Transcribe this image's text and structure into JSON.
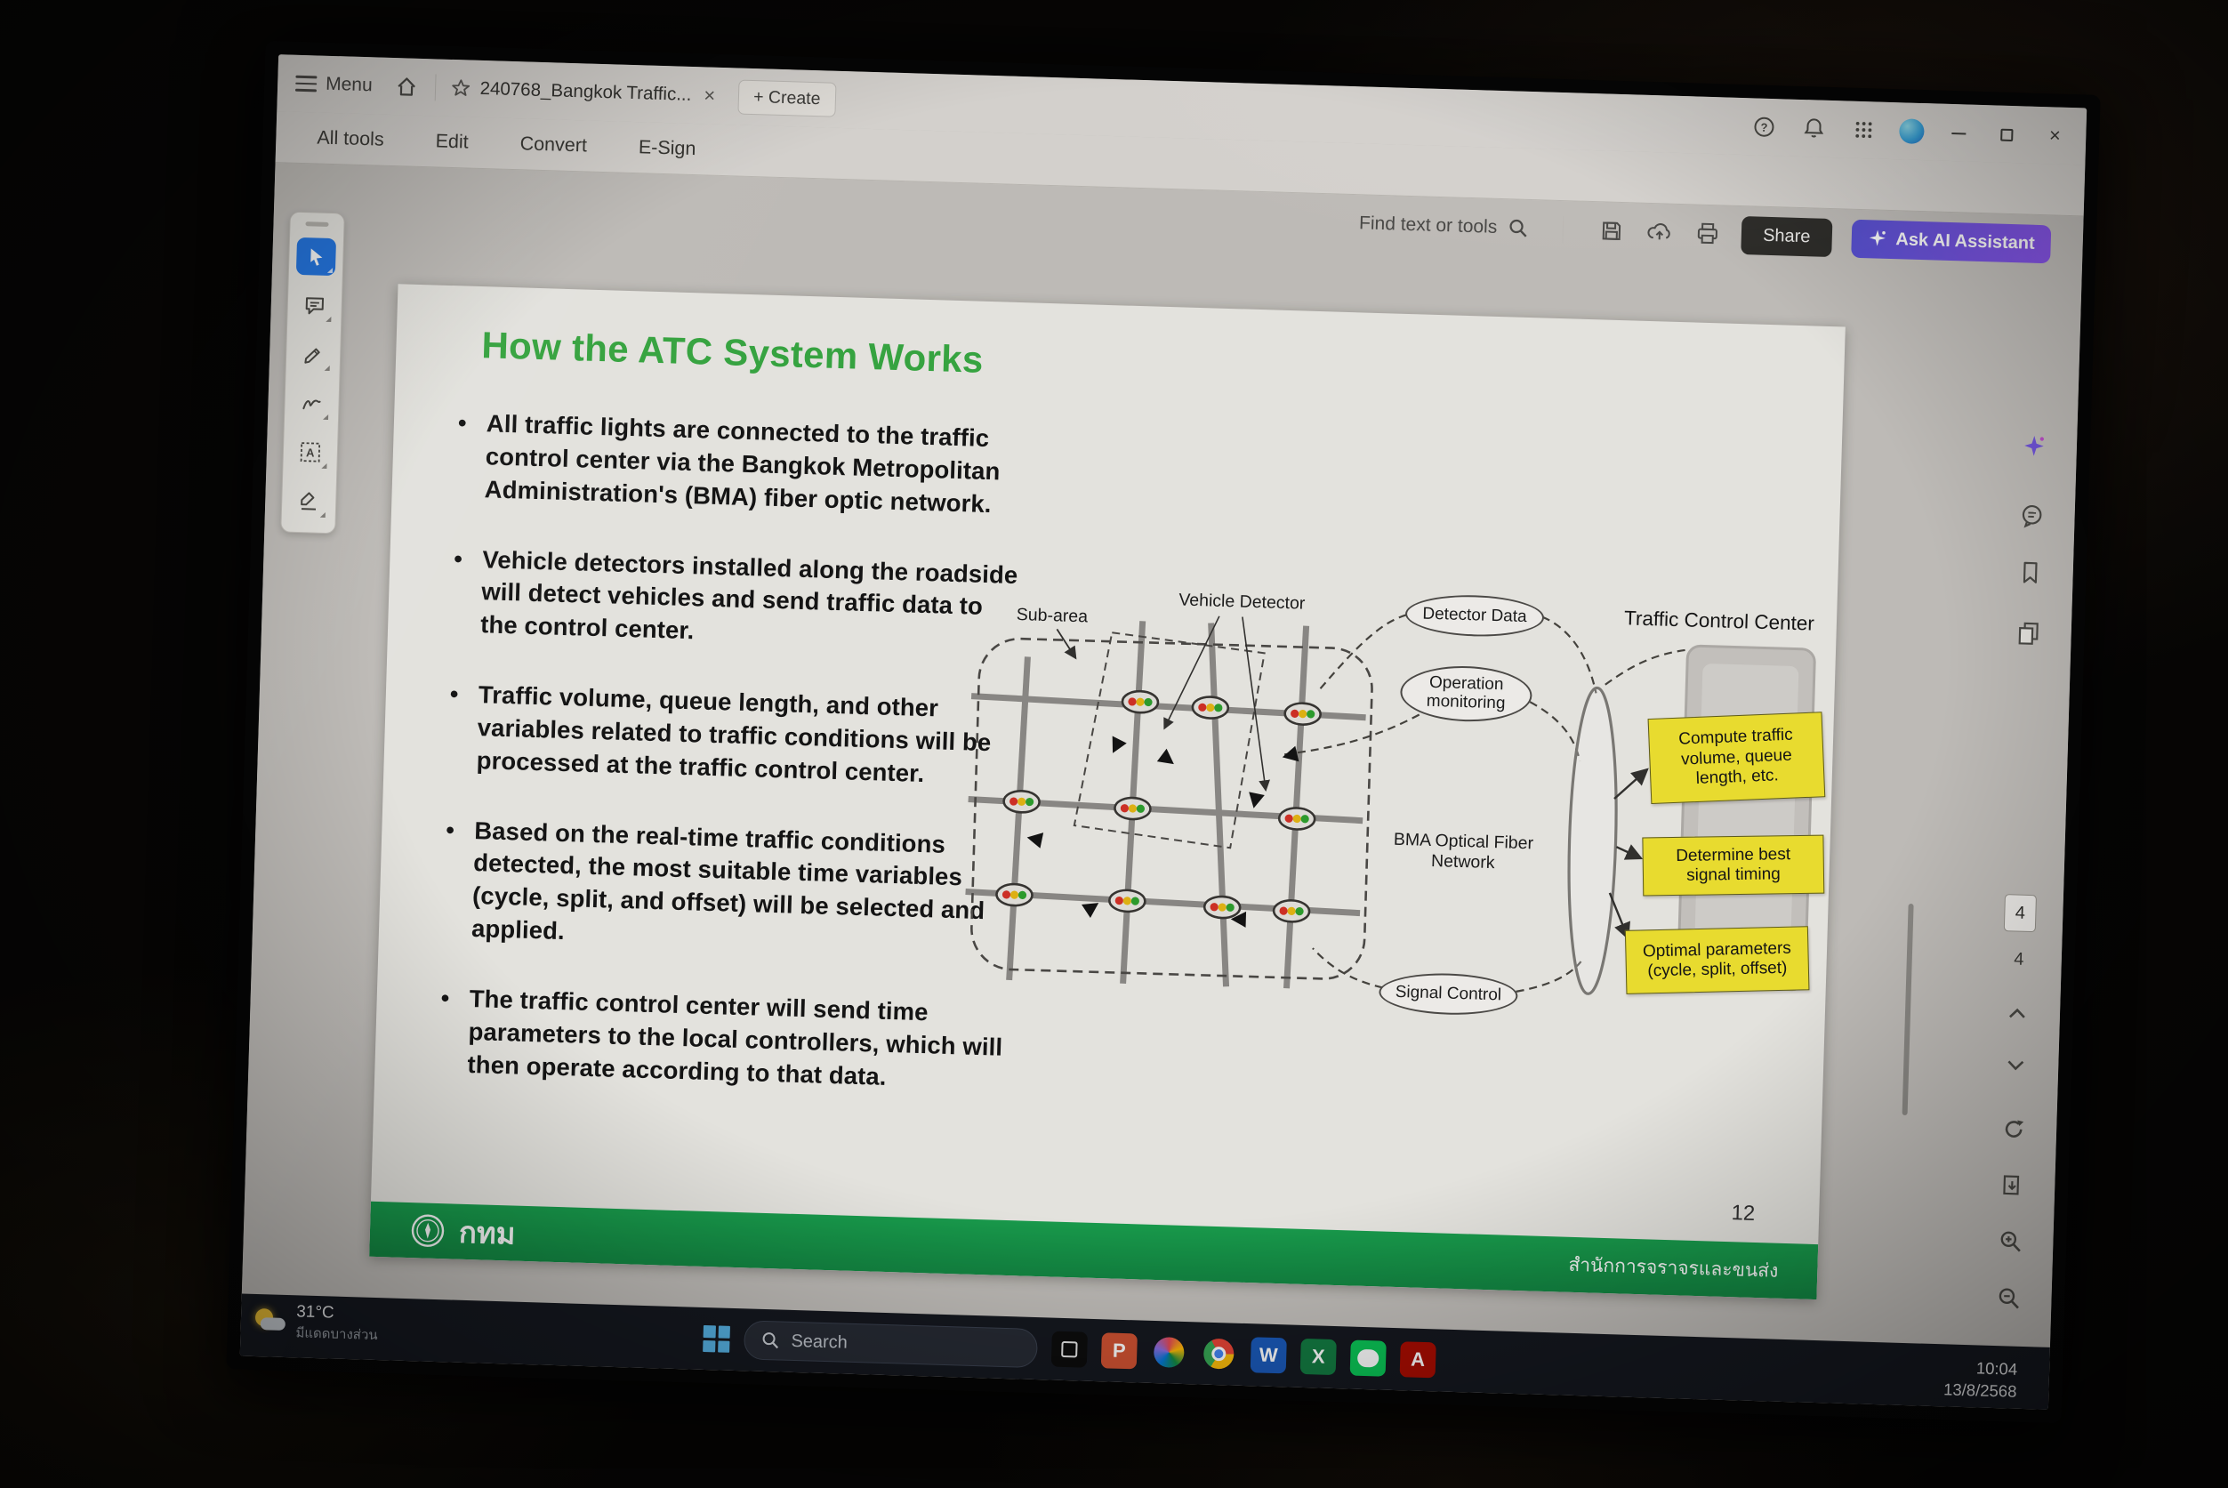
{
  "acrobat": {
    "menu_label": "Menu",
    "tab_title": "240768_Bangkok Traffic...",
    "tab_close": "×",
    "create_label": "+ Create",
    "menubar": [
      "All tools",
      "Edit",
      "Convert",
      "E-Sign"
    ],
    "find_label": "Find text or tools",
    "share_label": "Share",
    "ai_label": "Ask AI Assistant",
    "page_box": "4",
    "page_box_alt": "4"
  },
  "slide": {
    "title": "How the ATC System Works",
    "bullets": [
      "All traffic lights are connected to the traffic control center via the Bangkok Metropolitan Administration's (BMA) fiber optic network.",
      "Vehicle detectors installed along the roadside will detect vehicles and send traffic data to the control center.",
      "Traffic volume, queue length, and other variables related to traffic conditions will be processed at the traffic control center.",
      "Based on the real-time traffic conditions detected, the most suitable time variables (cycle, split, and offset) will be selected and applied.",
      "The traffic control center will send time parameters to the local controllers, which will then operate according to that data."
    ],
    "page_number": "12",
    "footer_org": "กทม",
    "footer_dept": "สำนักการจราจรและขนส่ง"
  },
  "diagram": {
    "sub_area": "Sub-area",
    "vehicle_detector": "Vehicle Detector",
    "detector_data": "Detector Data",
    "operation_monitoring": "Operation monitoring",
    "signal_control": "Signal Control",
    "bma_network": "BMA Optical Fiber Network",
    "traffic_control_center": "Traffic Control Center",
    "boxes": [
      "Compute traffic volume, queue length, etc.",
      "Determine best signal timing",
      "Optimal parameters (cycle, split, offset)"
    ]
  },
  "taskbar": {
    "temp": "31°C",
    "condition": "มีแดดบางส่วน",
    "search_placeholder": "Search",
    "time": "10:04",
    "date": "13/8/2568"
  },
  "colors": {
    "title_green": "#36ab40",
    "footer_green": "#16a04d",
    "box_yellow": "#f2e42c",
    "ai_purple": "#8a55ee",
    "active_tool_blue": "#1a73e8"
  }
}
